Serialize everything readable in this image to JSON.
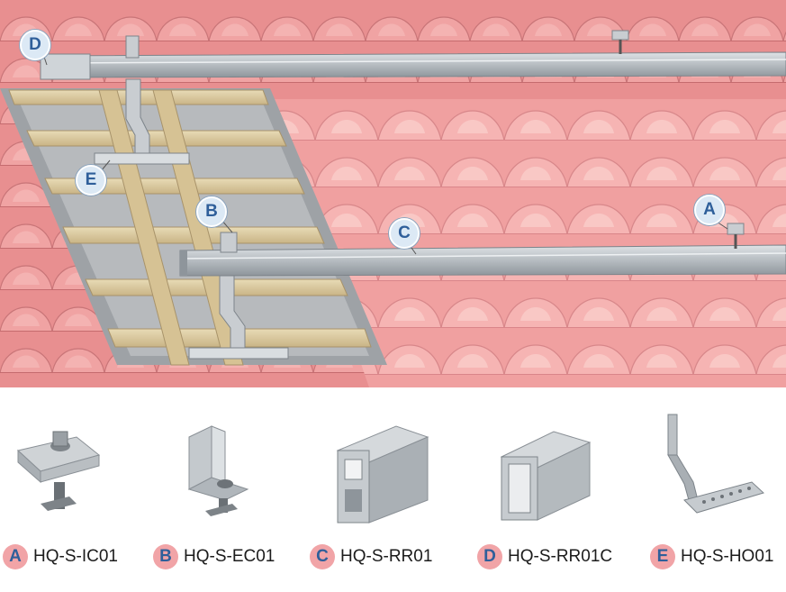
{
  "callouts": {
    "a": "A",
    "b": "B",
    "c": "C",
    "d": "D",
    "e": "E"
  },
  "legend": [
    {
      "letter": "A",
      "code": "HQ-S-IC01"
    },
    {
      "letter": "B",
      "code": "HQ-S-EC01"
    },
    {
      "letter": "C",
      "code": "HQ-S-RR01"
    },
    {
      "letter": "D",
      "code": "HQ-S-RR01C"
    },
    {
      "letter": "E",
      "code": "HQ-S-HO01"
    }
  ],
  "colors": {
    "tile": "#e88f90",
    "tile_dark": "#c96d70",
    "rail": "#b9bfc4",
    "timber": "#d9c9a0",
    "badge": "#f1a4a7",
    "callout_text": "#2f5f9a"
  }
}
